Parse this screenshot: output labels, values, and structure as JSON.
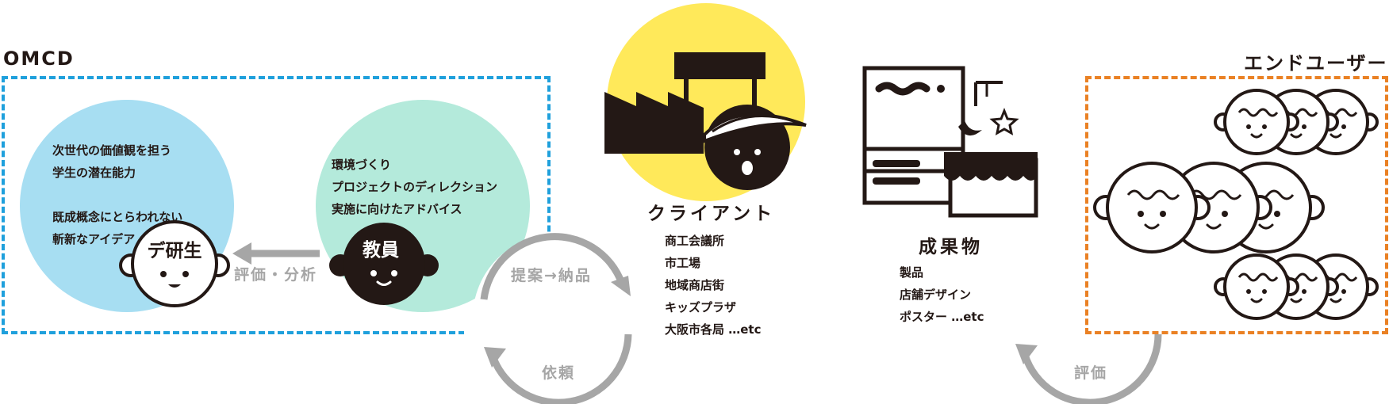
{
  "omcd": {
    "label": "OMCD",
    "student_text": "次世代の価値観を担う\n学生の潜在能力\n\n既成概念にとらわれない\n斬新なアイデア",
    "student_label": "デ研生",
    "teacher_text": "環境づくり\nプロジェクトのディレクション\n実施に向けたアドバイス",
    "teacher_label": "教員",
    "arrow_label": "評価・分析"
  },
  "client": {
    "label": "クライアント",
    "items": [
      "商工会議所",
      "市工場",
      "地域商店街",
      "キッズプラザ",
      "大阪市各局 …etc"
    ]
  },
  "deliverables": {
    "label": "成果物",
    "items": [
      "製品",
      "店舗デザイン",
      "ポスター …etc"
    ]
  },
  "end_users": {
    "label": "エンドユーザー"
  },
  "flows": {
    "proposal": "提案→納品",
    "request": "依頼",
    "evaluation": "評価"
  },
  "colors": {
    "omcd_blue": "#1fa0dc",
    "student_circle": "#a7def2",
    "teacher_circle": "#b4eadb",
    "client_yellow": "#ffe95a",
    "enduser_orange": "#ea8124",
    "flow_gray": "#a6a6a6",
    "ink": "#231815"
  }
}
